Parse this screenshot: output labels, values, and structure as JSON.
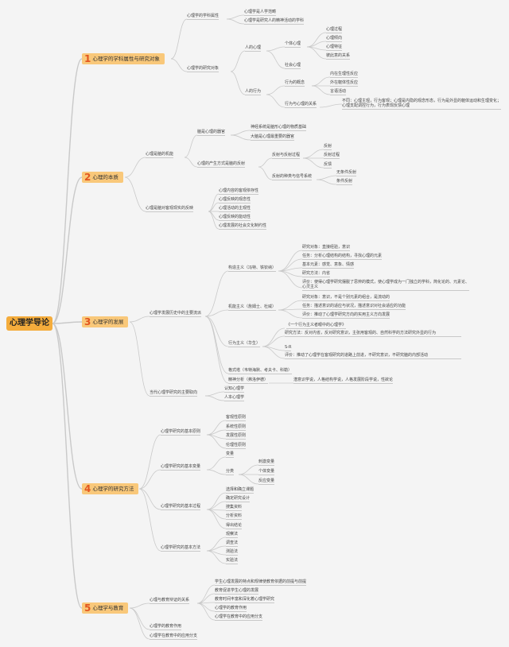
{
  "root": "心理学导论",
  "sections": [
    {
      "num": "1",
      "label": "心理学的学科属性与研究对象"
    },
    {
      "num": "2",
      "label": "心理的本质"
    },
    {
      "num": "3",
      "label": "心理学的发展"
    },
    {
      "num": "4",
      "label": "心理学的研究方法"
    },
    {
      "num": "5",
      "label": "心理学与教育"
    }
  ],
  "nodes": {
    "s1_attr": "心理学的学科属性",
    "s1_attr_a": "心理学是人学范畴",
    "s1_attr_b": "心理学是研究人的精神活动的学科",
    "s1_obj": "心理学的研究对象",
    "s1_mind": "人的心理",
    "s1_indiv": "个体心理",
    "s1_proc": "心理过程",
    "s1_trend": "心理倾向",
    "s1_trait": "心理特征",
    "s1_rel": "彼此意的关系",
    "s1_social": "社会心理",
    "s1_act": "人的行为",
    "s1_actc": "行为的概念",
    "s1_inner": "内在生理性反应",
    "s1_outer": "外在躯体性反应",
    "s1_speech": "言语活动",
    "s1_actrel": "行为与心理的关系",
    "s1_actrel_t": "不同：心理主观，行为客观；心理是内隐的观念形态，行为是外显的躯体运动和生理变化；心理支配调控行为，行为表现反馈心理",
    "s2_brain": "心理是脑的机能",
    "s2_basis": "脑是心理的器官",
    "s2_basis_a": "神经系统是脑形心理的物质基础",
    "s2_basis_b": "大脑是心理最重要的器官",
    "s2_refl": "心理的产生方式是脑的反射",
    "s2_arc": "反射与反射过程",
    "s2_r1": "反射",
    "s2_r2": "反射过程",
    "s2_r3": "反馈",
    "s2_sig": "反射的种类与信号系统",
    "s2_sig_a": "无条件反射",
    "s2_sig_b": "条件反射",
    "s2_obj": "心理是脑对客观现实的反映",
    "s2_o1": "心理内容的客观依存性",
    "s2_o2": "心理反映的观念性",
    "s2_o3": "心理活动的主观性",
    "s2_o4": "心理反映的能动性",
    "s2_o5": "心理发展的社会文化制约性",
    "s3_hist": "心理学发展历史中的主要流派",
    "s3_struct": "构造主义（冯特、铁钦纳）",
    "s3_st1": "研究对象：直接经验，意识",
    "s3_st2": "任务：分析心理结构的结构，寻找心理的元素",
    "s3_st3": "基本元素：感觉、意象、情感",
    "s3_st4": "研究方法：内省",
    "s3_st5": "评价：使得心理学研究摆脱了思辨的模式，使心理学成为一门独立的学科，简化论的、元素论、心灵主义",
    "s3_func": "机能主义（詹姆士、杜威）",
    "s3_fn1": "研究对象：意识，不是个别元素的组合，是流动的",
    "s3_fn2": "任务：描述意识的适应与状况，描述意识对社会适应的功能",
    "s3_fn3": "评价：推动了心理学研究方向的实用主义方向发展",
    "s3_beh": "行为主义（华生）",
    "s3_bh0": "《一个行为主义者眼中的心理学》",
    "s3_bh1": "研究方法：反对内省，反对研究意识，主张用客观的、自然科学的方法研究外显的行为",
    "s3_bh2": "S-R",
    "s3_bh3": "评价：推动了心理学在客观研究的道路上前进，不研究意识，不研究脑的内部活动",
    "s3_gest": "格式塔（韦特海默、考夫卡、科勒）",
    "s3_psy": "精神分析（弗洛伊德）",
    "s3_psy_t": "潜意识学说，人格结构学说，人格发展阶段学说，性欲论",
    "s3_cur": "当代心理学研究的主要取向",
    "s3_cog": "认知心理学",
    "s3_hum": "人本心理学",
    "s4_prin": "心理学研究的基本原则",
    "s4_p1": "客观性原则",
    "s4_p2": "系统性原则",
    "s4_p3": "发展性原则",
    "s4_p4": "伦理性原则",
    "s4_var": "心理学研究的基本变量",
    "s4_v0": "变量",
    "s4_vcls": "分类",
    "s4_v1": "刺激变量",
    "s4_v2": "个体变量",
    "s4_v3": "反应变量",
    "s4_proc": "心理学研究的基本过程",
    "s4_pr1": "选择和确立课题",
    "s4_pr2": "确定研究设计",
    "s4_pr3": "搜集资料",
    "s4_pr4": "分析资料",
    "s4_pr5": "得出结论",
    "s4_meth": "心理学研究的基本方法",
    "s4_m1": "观察法",
    "s4_m2": "调查法",
    "s4_m3": "测验法",
    "s4_m4": "实验法",
    "s5_rel": "心理与教育辩证的关系",
    "s5_r1": "学生心理发展的特点和规律使教育依据的前提与前提",
    "s5_r2": "教育促进学生心理的发展",
    "s5_r3": "教育时间丰富和深化着心理学研究",
    "s5_r4": "心理学的教育作用",
    "s5_r5": "心理学在教育中的应用分支",
    "s5_a": "心理学的教育作用",
    "s5_b": "心理学在教育中的应用分支"
  }
}
